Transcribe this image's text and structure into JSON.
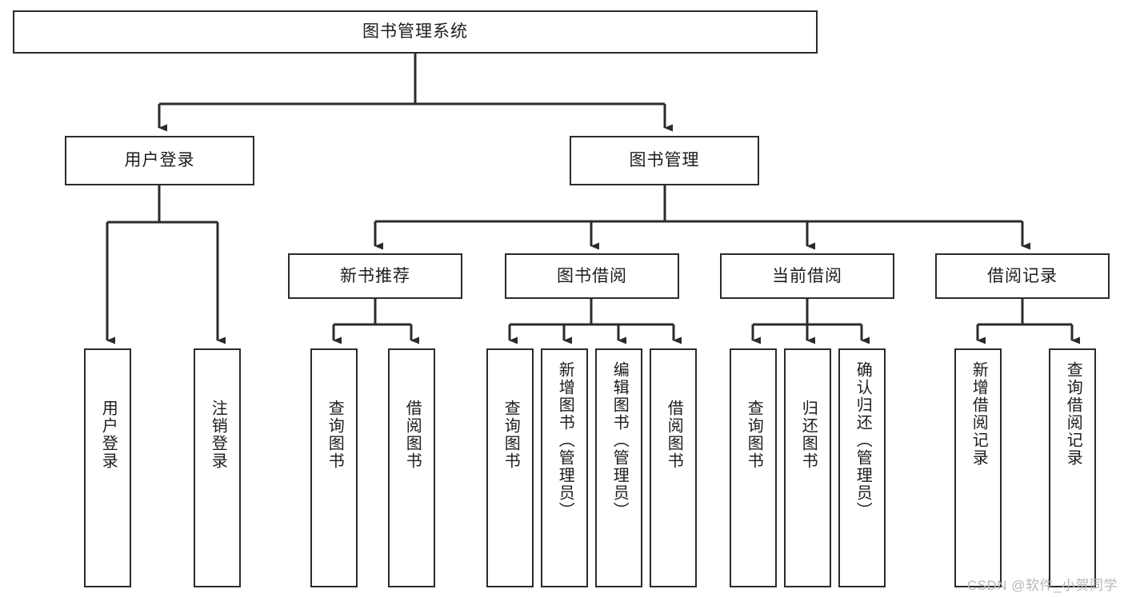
{
  "diagram": {
    "title": "图书管理系统",
    "type": "tree-hierarchy",
    "root": {
      "id": "root",
      "label": "图书管理系统"
    },
    "level2": [
      {
        "id": "user-login",
        "label": "用户登录"
      },
      {
        "id": "book-management",
        "label": "图书管理"
      }
    ],
    "level3": [
      {
        "id": "new-book-recommend",
        "label": "新书推荐",
        "parent": "book-management"
      },
      {
        "id": "book-borrow",
        "label": "图书借阅",
        "parent": "book-management"
      },
      {
        "id": "current-borrow",
        "label": "当前借阅",
        "parent": "book-management"
      },
      {
        "id": "borrow-record",
        "label": "借阅记录",
        "parent": "book-management"
      }
    ],
    "leaves": [
      {
        "id": "leaf-user-login",
        "label": "用户登录",
        "parent": "user-login"
      },
      {
        "id": "leaf-logout-login",
        "label": "注销登录",
        "parent": "user-login"
      },
      {
        "id": "leaf-query-book-1",
        "label": "查询图书",
        "parent": "new-book-recommend"
      },
      {
        "id": "leaf-borrow-book-1",
        "label": "借阅图书",
        "parent": "new-book-recommend"
      },
      {
        "id": "leaf-query-book-2",
        "label": "查询图书",
        "parent": "book-borrow"
      },
      {
        "id": "leaf-add-book",
        "label": "新增图书（管理员）",
        "parent": "book-borrow"
      },
      {
        "id": "leaf-edit-book",
        "label": "编辑图书（管理员）",
        "parent": "book-borrow"
      },
      {
        "id": "leaf-borrow-book-2",
        "label": "借阅图书",
        "parent": "book-borrow"
      },
      {
        "id": "leaf-query-book-3",
        "label": "查询图书",
        "parent": "current-borrow"
      },
      {
        "id": "leaf-return-book",
        "label": "归还图书",
        "parent": "current-borrow"
      },
      {
        "id": "leaf-confirm-return",
        "label": "确认归还（管理员）",
        "parent": "current-borrow"
      },
      {
        "id": "leaf-add-record",
        "label": "新增借阅记录",
        "parent": "borrow-record"
      },
      {
        "id": "leaf-query-record",
        "label": "查询借阅记录",
        "parent": "borrow-record"
      }
    ],
    "colors": {
      "stroke": "#2b2b2b",
      "fill": "#ffffff",
      "text": "#1c1c1c",
      "watermark": "#b7b7b7"
    }
  },
  "watermark": {
    "text": "CSDN @软件_小贺同学"
  }
}
